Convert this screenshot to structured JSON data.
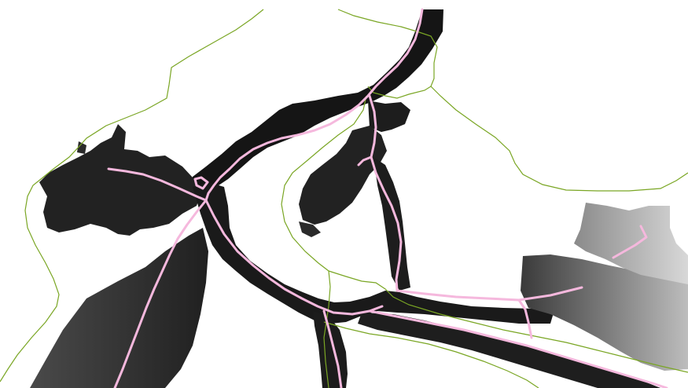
{
  "map": {
    "layers": [
      {
        "id": "water-depth",
        "kind": "raster",
        "color_deep": "#1a1a1a",
        "color_shallow": "#c8c8c8"
      },
      {
        "id": "river-centerlines",
        "kind": "polyline",
        "color": "#f5b8dd"
      },
      {
        "id": "boundaries",
        "kind": "polyline",
        "color": "#7aa624"
      }
    ]
  }
}
